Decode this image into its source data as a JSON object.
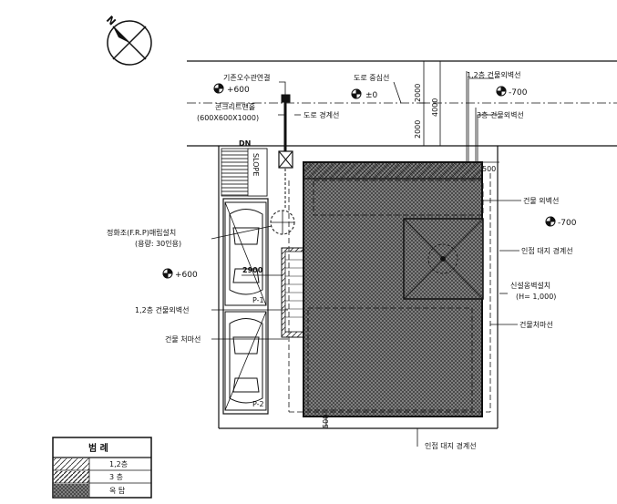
{
  "north_symbol": "N",
  "labels": {
    "sewer_connection": "기존오수관연결",
    "sewer_level": "+600",
    "road_center": "도로 중심선",
    "road_center_level": "±0",
    "manhole": "콘크리트맨홀",
    "manhole_size": "(600X600X1000)",
    "road_boundary": "도로 경계선",
    "wall_12": "1,2층 건물외벽선",
    "wall_12_level": "-700",
    "wall_3": "3층 건물외벽선",
    "building_wall_right": "건물 외벽선",
    "right_level": "-700",
    "adjacent_boundary_right": "인접 대지 경계선",
    "retaining_wall": "신설옹벽설치",
    "retaining_wall_height": "(H= 1,000)",
    "eave_right": "건물처마선",
    "septic_tank": "정화조(F.R.P)매립설치",
    "septic_capacity": "(용량: 30인용)",
    "left_level": "+600",
    "wall_12_left": "1,2층 건물외벽선",
    "eave_left": "건물 처마선",
    "adjacent_boundary_bottom": "인접 대지 경계선",
    "dn": "DN",
    "slope": "SLOPE",
    "dim_2000_top": "2000",
    "dim_2000_bottom": "2000",
    "dim_4000": "4000",
    "dim_2900": "2900",
    "dim_500_top": "500",
    "dim_500_bottom": "500",
    "parking_1": "P-1",
    "parking_2": "P-2"
  },
  "legend": {
    "title": "범 례",
    "rows": [
      "1,2층",
      "3 층",
      "옥 탑"
    ]
  }
}
